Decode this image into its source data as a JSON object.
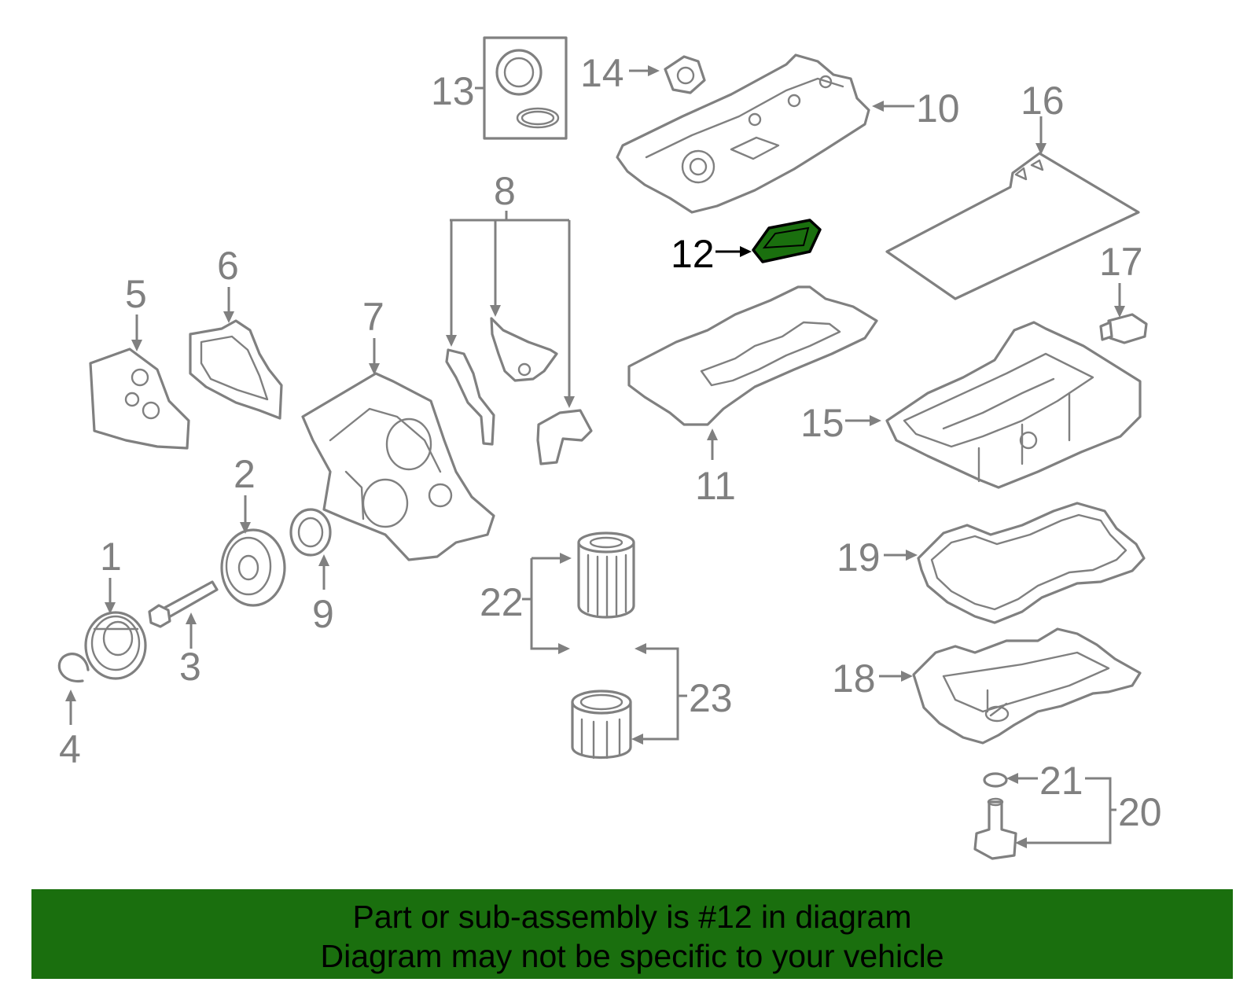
{
  "colors": {
    "line": "#808080",
    "highlight_fill": "#1a6f0e",
    "highlight_text": "#000000",
    "banner": "#1a6f0e"
  },
  "callouts": {
    "c1": "1",
    "c2": "2",
    "c3": "3",
    "c4": "4",
    "c5": "5",
    "c6": "6",
    "c7": "7",
    "c8": "8",
    "c9": "9",
    "c10": "10",
    "c11": "11",
    "c12": "12",
    "c13": "13",
    "c14": "14",
    "c15": "15",
    "c16": "16",
    "c17": "17",
    "c18": "18",
    "c19": "19",
    "c20": "20",
    "c21": "21",
    "c22": "22",
    "c23": "23"
  },
  "highlighted_part": "12",
  "banner": {
    "line1": "Part or sub-assembly is #12 in diagram",
    "line2": "Diagram may not be specific to your vehicle"
  }
}
